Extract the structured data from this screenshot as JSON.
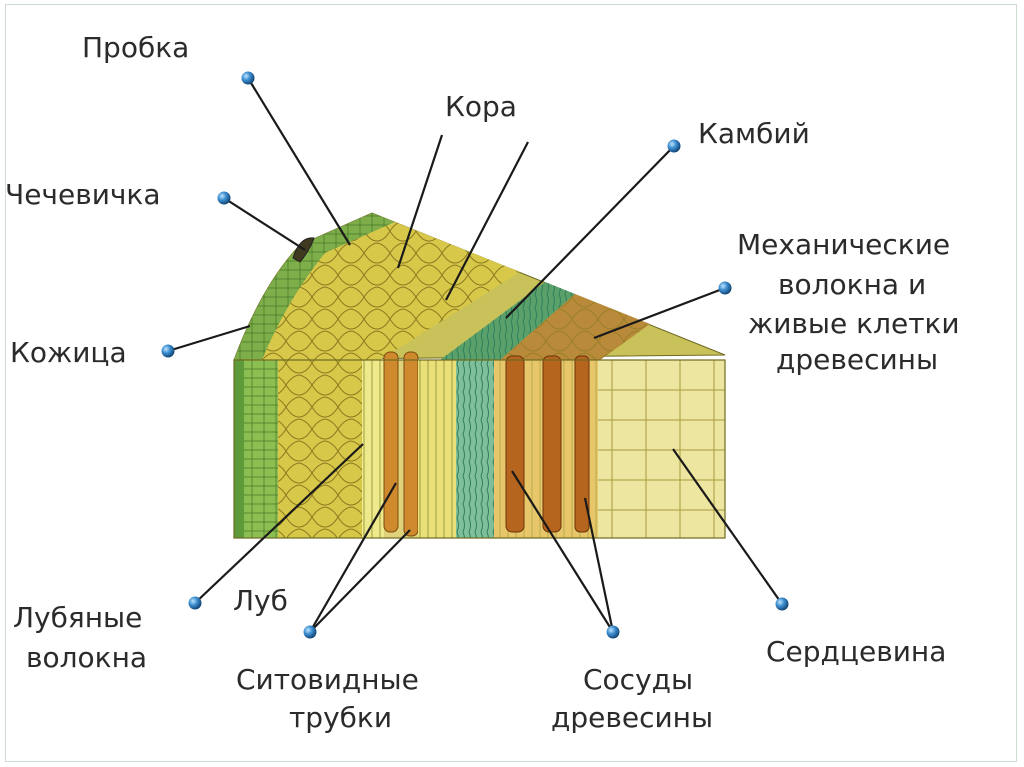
{
  "labels": {
    "probka": "Пробка",
    "kora": "Кора",
    "kambiy": "Камбий",
    "chechevichka": "Чечевичка",
    "mech_1": "Механические",
    "mech_2": "волокна и",
    "mech_3": "живые клетки",
    "mech_4": "древесины",
    "kozhitsa": "Кожица",
    "lub_fibers_1": "Лубяные",
    "lub_fibers_2": "волокна",
    "lub": "Луб",
    "sieve_1": "Ситовидные",
    "sieve_2": "трубки",
    "vessels_1": "Сосуды",
    "vessels_2": "древесины",
    "pith": "Сердцевина"
  },
  "colors": {
    "leader_line": "#1a1a1a",
    "pin": "#1e6fb0",
    "cork": "#7dae4a",
    "cortex": "#d8c84a",
    "bast": "#e9e07a",
    "cambium": "#7fbf9a",
    "wood": "#d9903a",
    "pith": "#ece6a0"
  }
}
